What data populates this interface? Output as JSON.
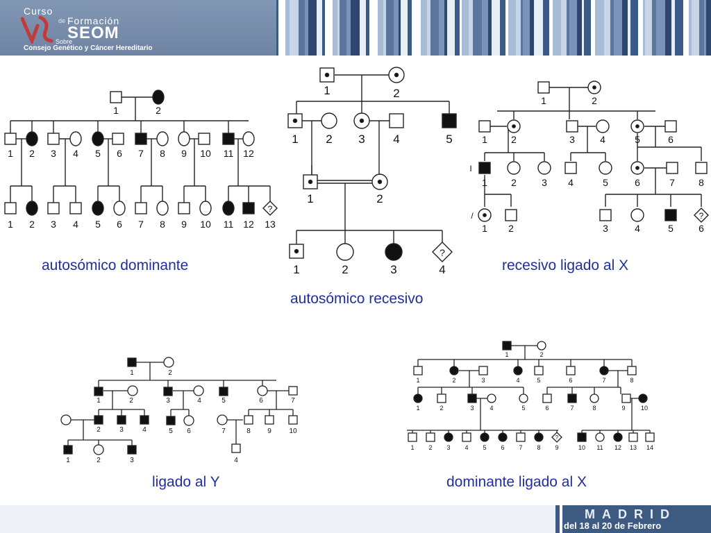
{
  "header": {
    "logo_curso": "Curso",
    "logo_de": "de",
    "logo_formacion": "Formación",
    "logo_seom": "SEOM",
    "logo_sobre": "Sobre",
    "logo_subtitle": "Consejo Genético y Cáncer Hereditario"
  },
  "labels": {
    "autosomal_dominant": "autosómico dominante",
    "autosomal_recessive": "autosómico recesivo",
    "x_linked_recessive": "recesivo ligado al X",
    "y_linked": "ligado al Y",
    "x_linked_dominant": "dominante ligado al X"
  },
  "footer": {
    "city": "MADRID",
    "dates": "del 18 al 20 de Febrero"
  },
  "colors": {
    "accent_text": "#1f2f9e",
    "header_band": "#c9d6e6",
    "logo_box": "#6e83a2"
  }
}
